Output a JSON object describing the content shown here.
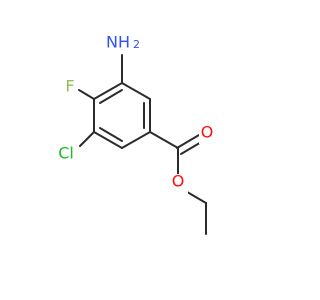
{
  "molecule": {
    "labels": {
      "amine": "NH",
      "amine_h_subscript": "2",
      "fluorine": "F",
      "chlorine": "Cl",
      "carbonyl_oxygen": "O",
      "ether_oxygen": "O"
    },
    "colors": {
      "bond": "#2b2b2b",
      "nitrogen": "#3050f8",
      "fluorine": "#90c050",
      "chlorine": "#1fba1f",
      "oxygen": "#ff0d0d"
    }
  }
}
